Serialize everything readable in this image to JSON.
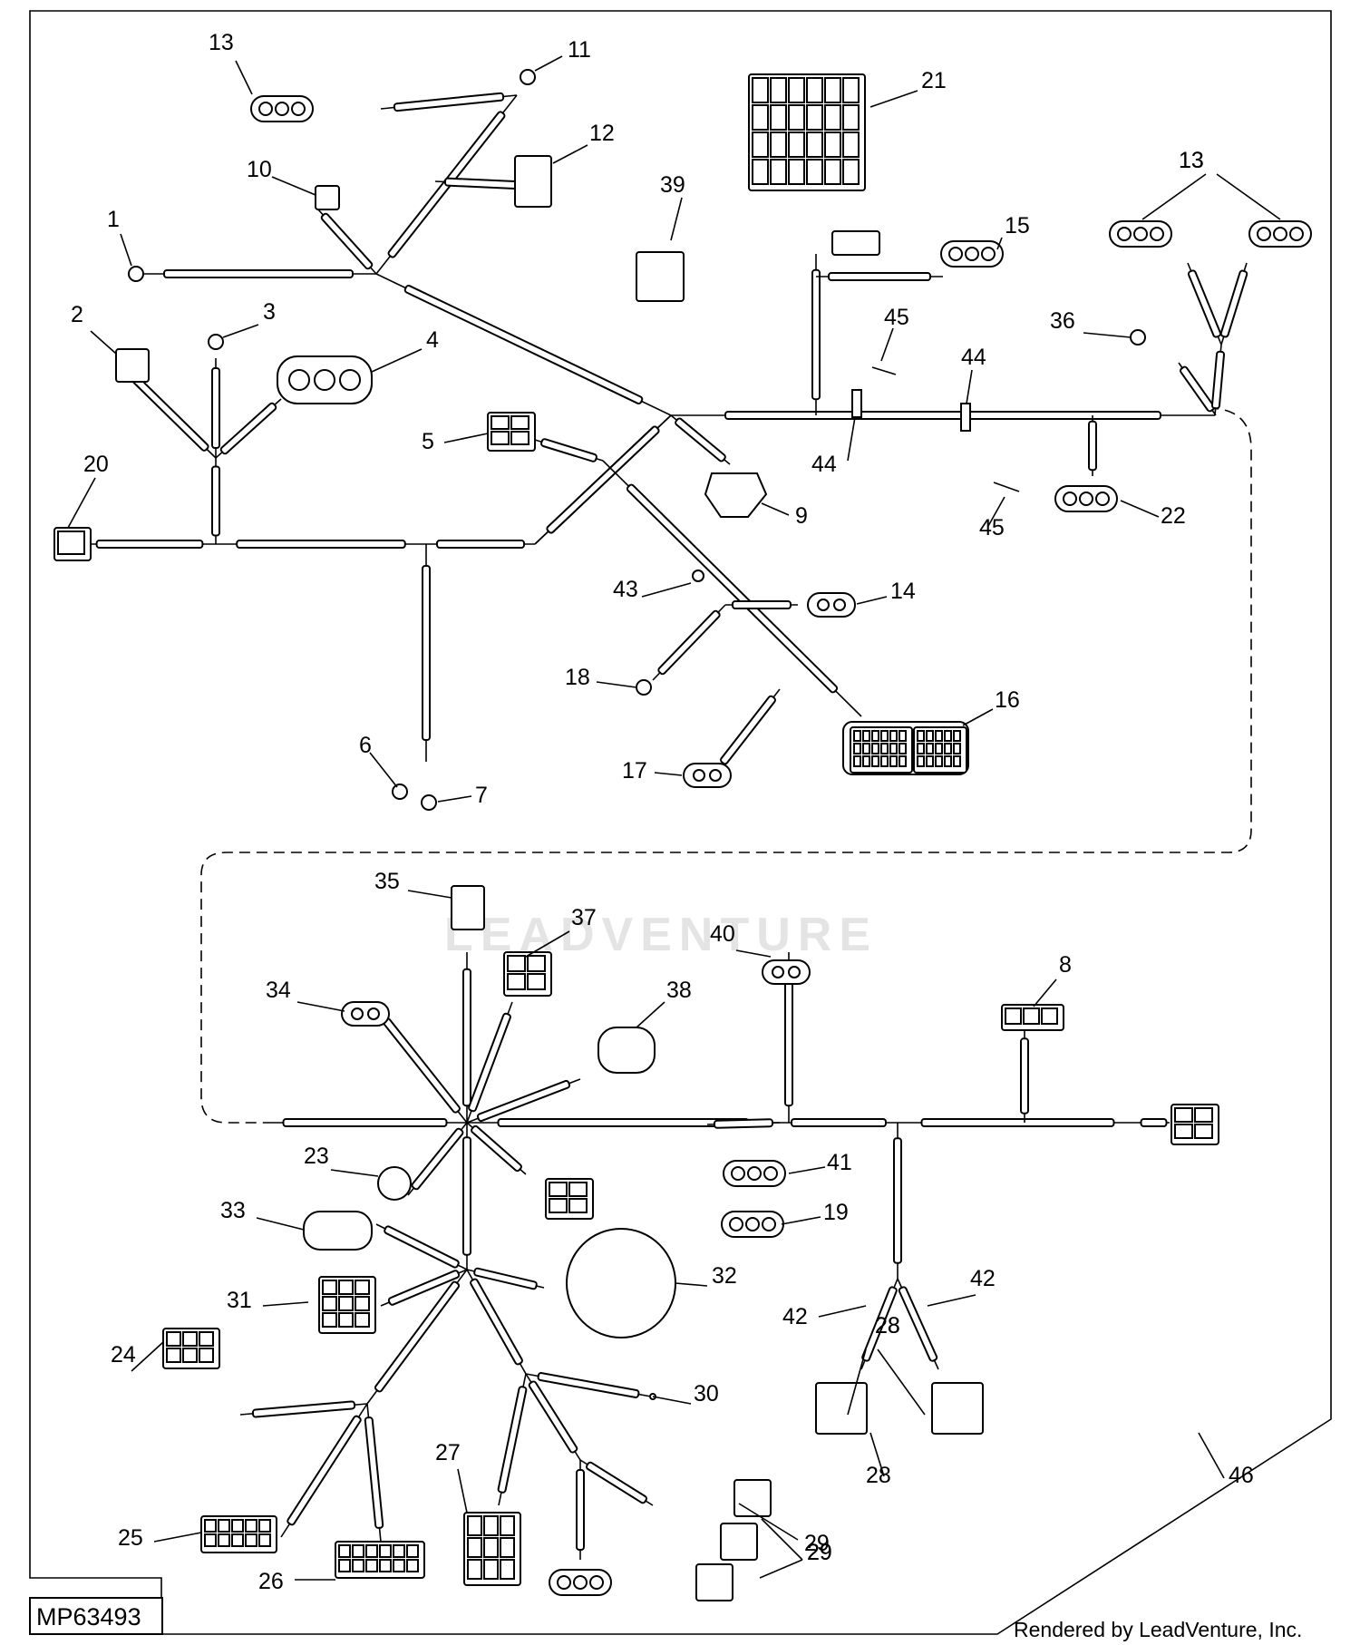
{
  "figure_id": "MP63493",
  "credit": "Rendered by LeadVenture, Inc.",
  "watermark": "LEADVENTURE",
  "callouts": [
    "1",
    "2",
    "3",
    "4",
    "5",
    "6",
    "7",
    "8",
    "9",
    "10",
    "11",
    "12",
    "13",
    "14",
    "15",
    "16",
    "17",
    "18",
    "19",
    "20",
    "21",
    "22",
    "23",
    "24",
    "25",
    "26",
    "27",
    "28",
    "29",
    "30",
    "31",
    "32",
    "33",
    "34",
    "35",
    "36",
    "37",
    "38",
    "39",
    "40",
    "41",
    "42",
    "43",
    "44",
    "45",
    "46"
  ]
}
